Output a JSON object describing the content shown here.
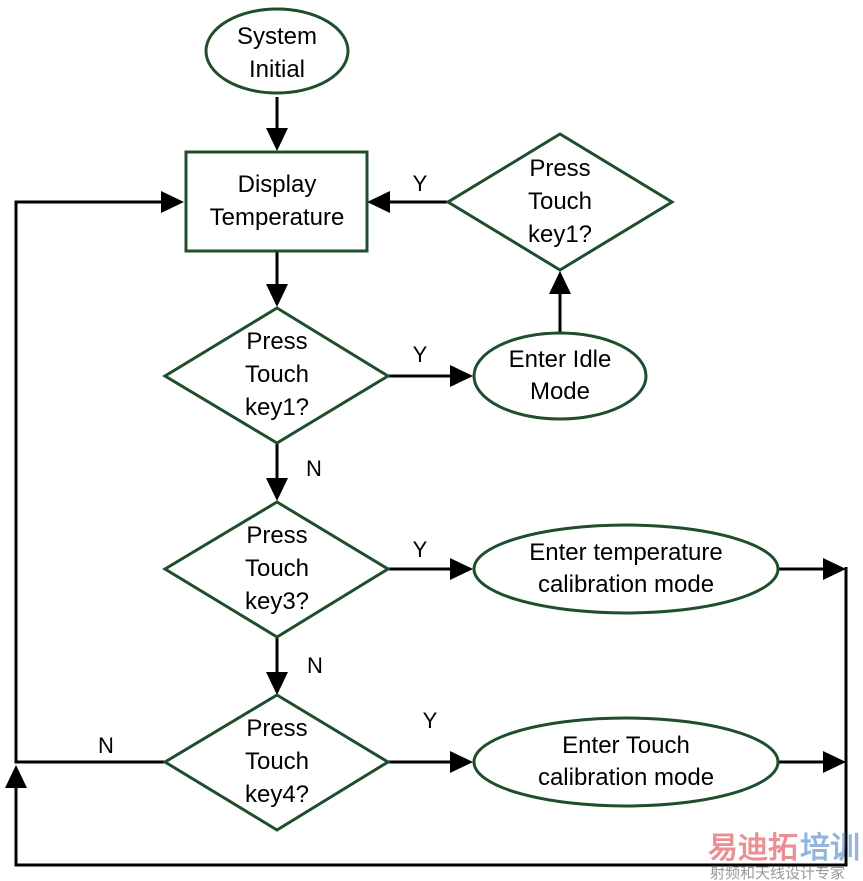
{
  "diagram": {
    "nodes": {
      "system_initial": {
        "type": "terminator",
        "lines": [
          "System",
          "Initial"
        ]
      },
      "display_temperature": {
        "type": "process",
        "lines": [
          "Display",
          "Temperature"
        ]
      },
      "decision_key1": {
        "type": "decision",
        "lines": [
          "Press",
          "Touch",
          "key1?"
        ]
      },
      "enter_idle": {
        "type": "terminator",
        "lines": [
          "Enter Idle",
          "Mode"
        ]
      },
      "idle_decision_key1": {
        "type": "decision",
        "lines": [
          "Press",
          "Touch",
          "key1?"
        ]
      },
      "decision_key3": {
        "type": "decision",
        "lines": [
          "Press",
          "Touch",
          "key3?"
        ]
      },
      "enter_temp_cal": {
        "type": "terminator",
        "lines": [
          "Enter temperature",
          "calibration mode"
        ]
      },
      "decision_key4": {
        "type": "decision",
        "lines": [
          "Press",
          "Touch",
          "key4?"
        ]
      },
      "enter_touch_cal": {
        "type": "terminator",
        "lines": [
          "Enter Touch",
          "calibration mode"
        ]
      }
    },
    "edge_labels": {
      "idle_yes": "Y",
      "key1_yes": "Y",
      "key1_no": "N",
      "key3_yes": "Y",
      "key3_no": "N",
      "key4_yes": "Y",
      "key4_no": "N"
    },
    "colors": {
      "shape_stroke": "#1f4e2c",
      "connector": "#000000"
    }
  },
  "watermark": {
    "brand_red": "易迪拓",
    "brand_blue": "培训",
    "subtitle": "射频和天线设计专家",
    "red_color": "#d9363e",
    "blue_color": "#3a78c2"
  }
}
